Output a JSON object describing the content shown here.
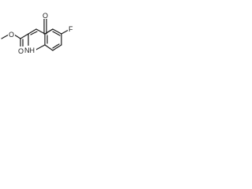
{
  "molecule": {
    "atoms": {
      "carbonyl_oxygen": "O",
      "ester_oxygen": "O",
      "ketone_oxygen": "O",
      "nitrogen": "NH",
      "fluorine": "F"
    }
  },
  "colors": {
    "bond": "#1a1a1a",
    "background": "#ffffff"
  }
}
